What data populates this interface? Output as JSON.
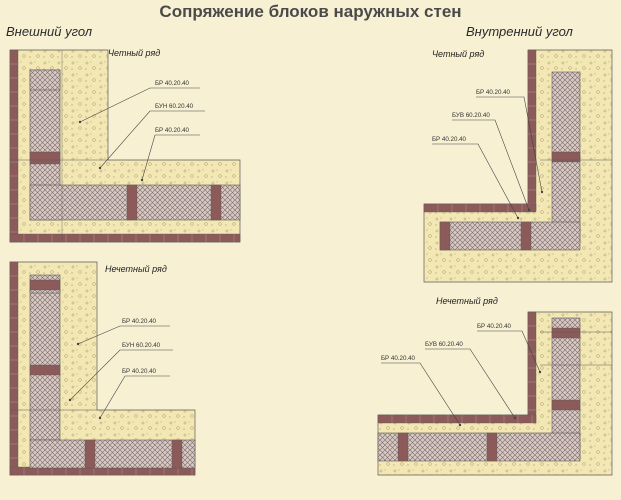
{
  "title": "Сопряжение блоков наружных стен",
  "captions": {
    "outer": "Внешний угол",
    "inner": "Внутренний угол"
  },
  "row_labels": {
    "even": "Четный ряд",
    "odd": "Нечетный ряд"
  },
  "labels": {
    "br": "БР 40.20.40",
    "bun": "БУН 60.20.40",
    "buv": "БУВ 60.20.40"
  },
  "colors": {
    "fill": "#f3e7b3",
    "brick": "#8b5a59",
    "brick_light": "#b89190",
    "hatch": "#7a6a6a",
    "line": "#5a5a5a",
    "pebble": "#a79a70"
  }
}
